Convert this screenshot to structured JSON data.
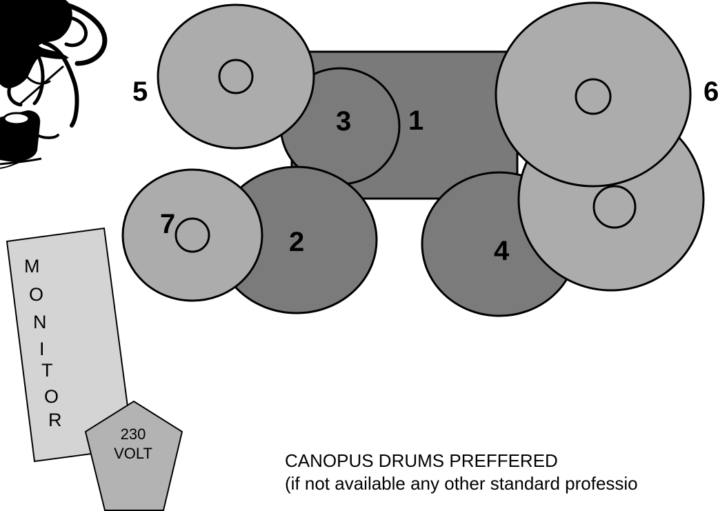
{
  "colors": {
    "cymbal": "#acacac",
    "drum": "#7b7b7b",
    "bass_drum": "#7a7a7a",
    "monitor": "#d4d4d4",
    "outlet": "#b3b3b3",
    "outline": "#000000"
  },
  "labels": {
    "bass_drum": "1",
    "floor_tom": "2",
    "tom": "3",
    "snare_side": "4",
    "cymbal_left": "5",
    "cymbal_right": "6",
    "hihat": "7"
  },
  "monitor": {
    "letters": [
      "M",
      "O",
      "N",
      "I",
      "T",
      "O",
      "R"
    ]
  },
  "outlet": {
    "line1": "230",
    "line2": "VOLT"
  },
  "notes": {
    "line1": "CANOPUS DRUMS PREFFERED",
    "line2": "(if not available any other standard professio"
  },
  "logo": {
    "name": "octopus-drummer-logo"
  }
}
